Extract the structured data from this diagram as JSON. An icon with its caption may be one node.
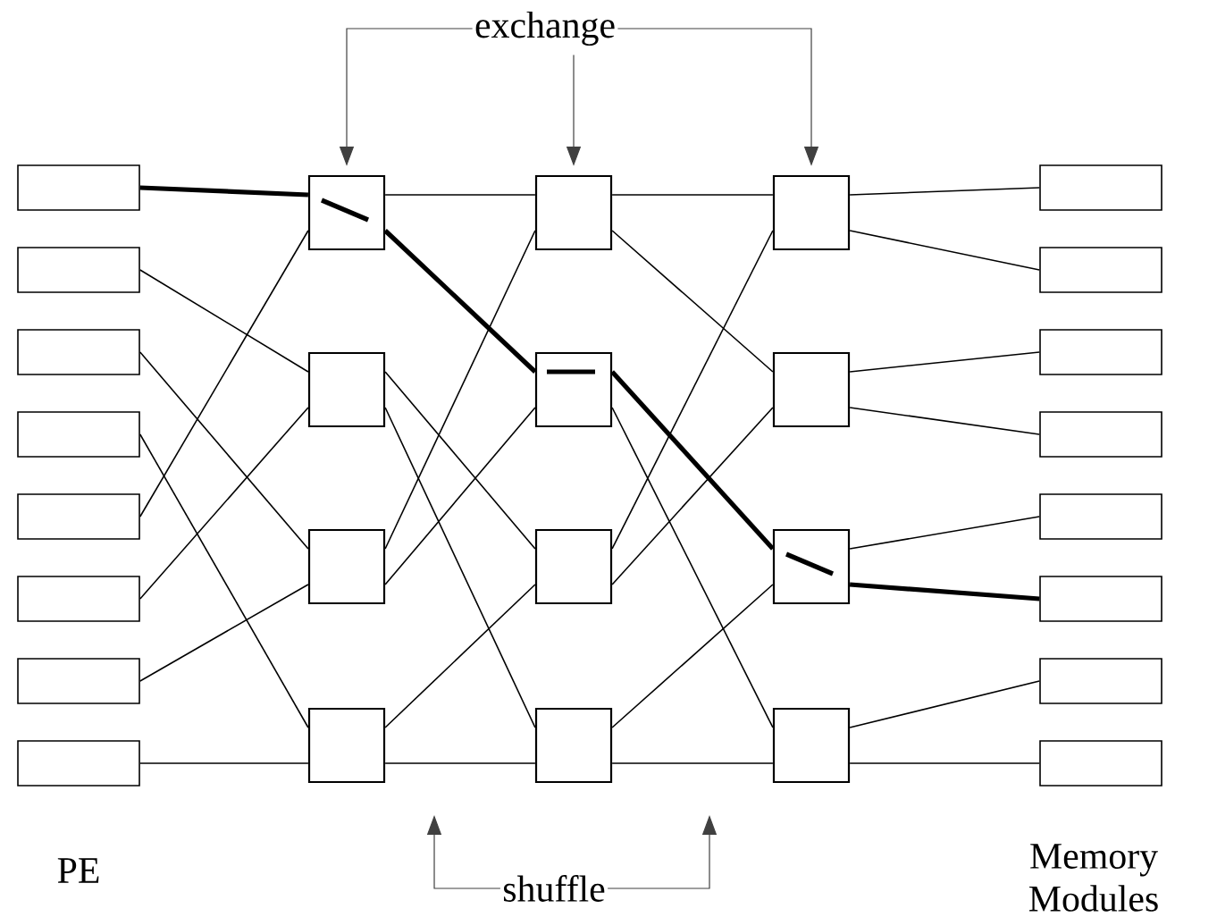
{
  "diagram": {
    "nodes": [
      {
        "text": [
          "exchange"
        ]
      },
      {
        "text": [],
        "shape": "box"
      },
      {
        "text": [],
        "shape": "box"
      },
      {
        "text": [],
        "shape": "box"
      },
      {
        "text": [],
        "shape": "box"
      },
      {
        "text": [],
        "shape": "box"
      },
      {
        "text": [],
        "shape": "box"
      },
      {
        "text": [],
        "shape": "box"
      },
      {
        "text": [],
        "shape": "box"
      },
      {
        "text": [],
        "shape": "box"
      },
      {
        "text": [],
        "shape": "box"
      },
      {
        "text": [],
        "shape": "box"
      },
      {
        "text": [],
        "shape": "box"
      },
      {
        "text": [],
        "shape": "box"
      },
      {
        "text": [],
        "shape": "box"
      },
      {
        "text": [],
        "shape": "box"
      },
      {
        "text": [],
        "shape": "box"
      },
      {
        "text": [],
        "shape": "box"
      },
      {
        "text": [],
        "shape": "box"
      },
      {
        "text": [],
        "shape": "box"
      },
      {
        "text": [],
        "shape": "box"
      },
      {
        "text": [],
        "shape": "box"
      },
      {
        "text": [],
        "shape": "box"
      },
      {
        "text": [],
        "shape": "box"
      },
      {
        "text": [],
        "shape": "box"
      },
      {
        "text": [],
        "shape": "box"
      },
      {
        "text": [],
        "shape": "box"
      },
      {
        "text": [],
        "shape": "box"
      },
      {
        "text": [],
        "shape": "box"
      },
      {
        "text": [
          "shuffle"
        ]
      }
    ],
    "edges": [
      {
        "from": 0,
        "to": 9,
        "arrow": "to"
      },
      {
        "from": 0,
        "to": 13,
        "arrow": "to"
      },
      {
        "from": 0,
        "to": 17,
        "arrow": "to"
      },
      {
        "from": 1,
        "to": 9,
        "arrow": "none",
        "style": "thick"
      },
      {
        "from": 2,
        "to": 10,
        "arrow": "none"
      },
      {
        "from": 3,
        "to": 11,
        "arrow": "none"
      },
      {
        "from": 4,
        "to": 12,
        "arrow": "none"
      },
      {
        "from": 5,
        "to": 9,
        "arrow": "none"
      },
      {
        "from": 6,
        "to": 10,
        "arrow": "none"
      },
      {
        "from": 7,
        "to": 11,
        "arrow": "none"
      },
      {
        "from": 8,
        "to": 12,
        "arrow": "none"
      },
      {
        "from": 9,
        "to": 13,
        "arrow": "none"
      },
      {
        "from": 9,
        "to": 14,
        "arrow": "none",
        "style": "thick"
      },
      {
        "from": 10,
        "to": 15,
        "arrow": "none"
      },
      {
        "from": 10,
        "to": 16,
        "arrow": "none"
      },
      {
        "from": 11,
        "to": 13,
        "arrow": "none"
      },
      {
        "from": 11,
        "to": 14,
        "arrow": "none"
      },
      {
        "from": 12,
        "to": 15,
        "arrow": "none"
      },
      {
        "from": 12,
        "to": 16,
        "arrow": "none"
      },
      {
        "from": 13,
        "to": 17,
        "arrow": "none"
      },
      {
        "from": 13,
        "to": 18,
        "arrow": "none"
      },
      {
        "from": 14,
        "to": 19,
        "arrow": "none",
        "style": "thick"
      },
      {
        "from": 14,
        "to": 20,
        "arrow": "none"
      },
      {
        "from": 15,
        "to": 17,
        "arrow": "none"
      },
      {
        "from": 15,
        "to": 18,
        "arrow": "none"
      },
      {
        "from": 16,
        "to": 19,
        "arrow": "none"
      },
      {
        "from": 16,
        "to": 20,
        "arrow": "none"
      },
      {
        "from": 17,
        "to": 21,
        "arrow": "none"
      },
      {
        "from": 17,
        "to": 22,
        "arrow": "none"
      },
      {
        "from": 18,
        "to": 23,
        "arrow": "none"
      },
      {
        "from": 18,
        "to": 24,
        "arrow": "none"
      },
      {
        "from": 19,
        "to": 25,
        "arrow": "none"
      },
      {
        "from": 19,
        "to": 26,
        "arrow": "none",
        "style": "thick"
      },
      {
        "from": 20,
        "to": 27,
        "arrow": "none"
      },
      {
        "from": 20,
        "to": 28,
        "arrow": "none"
      },
      {
        "from": 29,
        "to": null,
        "arrow": "to"
      },
      {
        "from": 29,
        "to": null,
        "arrow": "to"
      }
    ],
    "labels": [
      "PE",
      "Memory Modules"
    ]
  }
}
